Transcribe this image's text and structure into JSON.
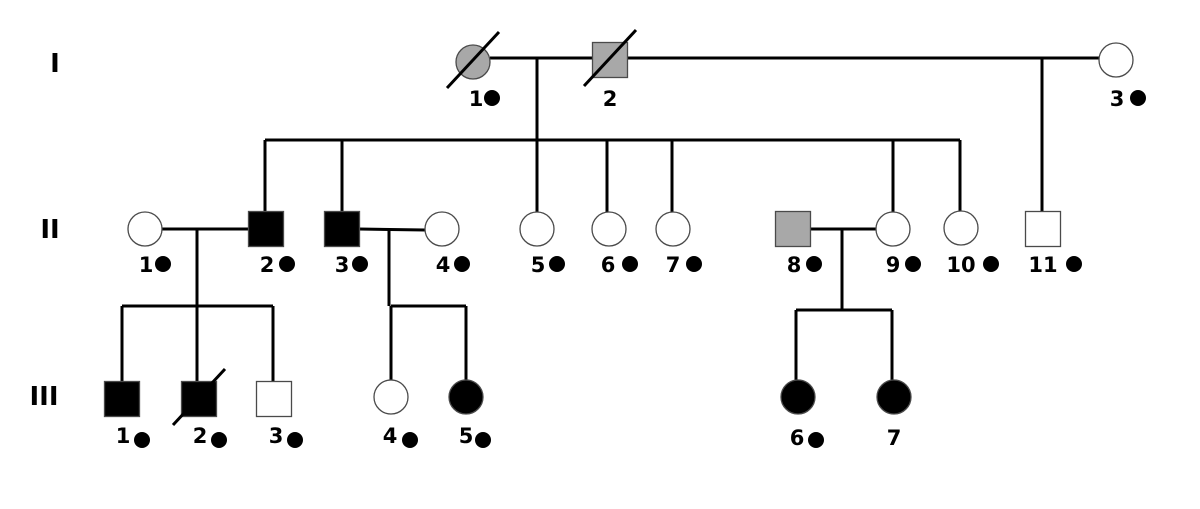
{
  "title": "Pedigree chart",
  "colors": {
    "affected": "#000000",
    "carrier": "#a8a8a8",
    "unaffected": "#ffffff",
    "line": "#000000",
    "sample_marker": "#000000"
  },
  "legend_semantics": {
    "filled_black": "affected",
    "filled_gray": "partially affected / carrier",
    "empty": "unaffected",
    "slash": "deceased",
    "dot_next_to_number": "sampled / genotyped"
  },
  "generations": [
    {
      "id": "I",
      "label": "I"
    },
    {
      "id": "II",
      "label": "II"
    },
    {
      "id": "III",
      "label": "III"
    }
  ],
  "individuals": [
    {
      "key": "I-1",
      "gen": "I",
      "number": "1",
      "sex": "female",
      "status": "carrier",
      "deceased": true,
      "sampled": true
    },
    {
      "key": "I-2",
      "gen": "I",
      "number": "2",
      "sex": "male",
      "status": "carrier",
      "deceased": true,
      "sampled": false
    },
    {
      "key": "I-3",
      "gen": "I",
      "number": "3",
      "sex": "female",
      "status": "unaffected",
      "deceased": false,
      "sampled": true
    },
    {
      "key": "II-1",
      "gen": "II",
      "number": "1",
      "sex": "female",
      "status": "unaffected",
      "deceased": false,
      "sampled": true
    },
    {
      "key": "II-2",
      "gen": "II",
      "number": "2",
      "sex": "male",
      "status": "affected",
      "deceased": false,
      "sampled": true
    },
    {
      "key": "II-3",
      "gen": "II",
      "number": "3",
      "sex": "male",
      "status": "affected",
      "deceased": false,
      "sampled": true
    },
    {
      "key": "II-4",
      "gen": "II",
      "number": "4",
      "sex": "female",
      "status": "unaffected",
      "deceased": false,
      "sampled": true
    },
    {
      "key": "II-5",
      "gen": "II",
      "number": "5",
      "sex": "female",
      "status": "unaffected",
      "deceased": false,
      "sampled": true
    },
    {
      "key": "II-6",
      "gen": "II",
      "number": "6",
      "sex": "female",
      "status": "unaffected",
      "deceased": false,
      "sampled": true
    },
    {
      "key": "II-7",
      "gen": "II",
      "number": "7",
      "sex": "female",
      "status": "unaffected",
      "deceased": false,
      "sampled": true
    },
    {
      "key": "II-8",
      "gen": "II",
      "number": "8",
      "sex": "male",
      "status": "carrier",
      "deceased": false,
      "sampled": true
    },
    {
      "key": "II-9",
      "gen": "II",
      "number": "9",
      "sex": "female",
      "status": "unaffected",
      "deceased": false,
      "sampled": true
    },
    {
      "key": "II-10",
      "gen": "II",
      "number": "10",
      "sex": "female",
      "status": "unaffected",
      "deceased": false,
      "sampled": true
    },
    {
      "key": "II-11",
      "gen": "II",
      "number": "11",
      "sex": "male",
      "status": "unaffected",
      "deceased": false,
      "sampled": true
    },
    {
      "key": "III-1",
      "gen": "III",
      "number": "1",
      "sex": "male",
      "status": "affected",
      "deceased": false,
      "sampled": true
    },
    {
      "key": "III-2",
      "gen": "III",
      "number": "2",
      "sex": "male",
      "status": "affected",
      "deceased": true,
      "sampled": true
    },
    {
      "key": "III-3",
      "gen": "III",
      "number": "3",
      "sex": "male",
      "status": "unaffected",
      "deceased": false,
      "sampled": true
    },
    {
      "key": "III-4",
      "gen": "III",
      "number": "4",
      "sex": "female",
      "status": "unaffected",
      "deceased": false,
      "sampled": true
    },
    {
      "key": "III-5",
      "gen": "III",
      "number": "5",
      "sex": "female",
      "status": "affected",
      "deceased": false,
      "sampled": true
    },
    {
      "key": "III-6",
      "gen": "III",
      "number": "6",
      "sex": "female",
      "status": "affected",
      "deceased": false,
      "sampled": true
    },
    {
      "key": "III-7",
      "gen": "III",
      "number": "7",
      "sex": "female",
      "status": "affected",
      "deceased": false,
      "sampled": false
    }
  ],
  "matings": [
    {
      "partners": [
        "I-1",
        "I-2"
      ],
      "children": [
        "II-2",
        "II-3",
        "II-5",
        "II-6",
        "II-7",
        "II-9",
        "II-10"
      ]
    },
    {
      "partners": [
        "I-2",
        "I-3"
      ],
      "children": [
        "II-11"
      ]
    },
    {
      "partners": [
        "II-1",
        "II-2"
      ],
      "children": [
        "III-1",
        "III-2",
        "III-3"
      ]
    },
    {
      "partners": [
        "II-3",
        "II-4"
      ],
      "children": [
        "III-4",
        "III-5"
      ]
    },
    {
      "partners": [
        "II-8",
        "II-9"
      ],
      "children": [
        "III-6",
        "III-7"
      ]
    }
  ]
}
